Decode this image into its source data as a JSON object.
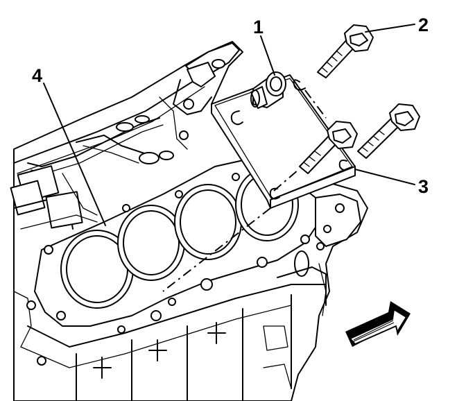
{
  "callouts": {
    "c1": "1",
    "c2": "2",
    "c3": "3",
    "c4": "4"
  },
  "colors": {
    "line": "#000000",
    "background": "#ffffff"
  },
  "icons": [
    "direction-arrow-icon"
  ]
}
